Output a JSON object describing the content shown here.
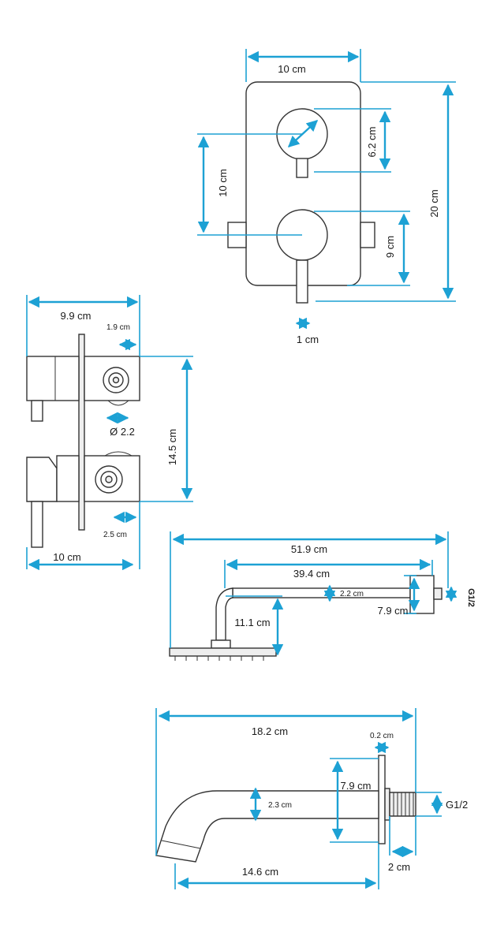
{
  "views": {
    "front": {
      "width": "10 cm",
      "height": "20 cm",
      "handle_spacing": "10 cm",
      "knob_diameter": "6.2 cm",
      "lower_offset": "9 cm",
      "lever_width": "1 cm"
    },
    "side": {
      "depth": "9.9 cm",
      "collar": "1.9 cm",
      "bore": "Ø 2.2",
      "height": "14.5 cm",
      "flange": "2.5 cm",
      "base_depth": "10 cm"
    },
    "shower_arm": {
      "total_length": "51.9 cm",
      "arm_length": "39.4 cm",
      "tube_diameter": "2.2 cm",
      "drop": "11.1 cm",
      "rosette": "7.9 cm",
      "thread": "G1/2"
    },
    "spout": {
      "total_length": "18.2 cm",
      "plate_thickness": "0.2 cm",
      "rosette": "7.9 cm",
      "tube_diameter": "2.3 cm",
      "thread": "G1/2",
      "projection": "14.6 cm",
      "thread_length": "2 cm"
    }
  },
  "colors": {
    "dimension": "#1da1d4",
    "outline": "#333333"
  }
}
